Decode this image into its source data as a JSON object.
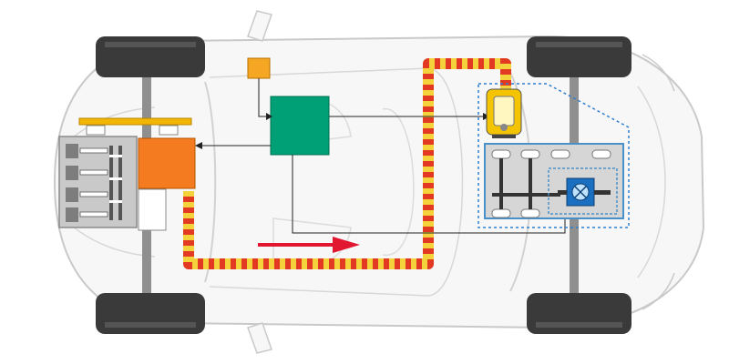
{
  "diagram": {
    "caption": "",
    "colors": {
      "body_outline": "#c9c9c9",
      "body_fill": "#f7f7f7",
      "tire": "#3a3a3a",
      "axle": "#8f8f8f",
      "engine_block": "#c9c9c9",
      "engine_parts": "#7d7d7d",
      "yellow_bar": "#f2b705",
      "orange_unit": "#f47b20",
      "green_unit": "#00a077",
      "small_square": "#f5a623",
      "tank_fill": "#f5c400",
      "rear_module": "#d6d6d6",
      "rear_module_border": "#4a90c8",
      "dotted_border": "#2f7fd0",
      "rear_motor": "#1a6fc0",
      "cable_red": "#e23a22",
      "cable_yellow": "#f4d23c",
      "arrow": "#e0172e",
      "wire": "#222222"
    },
    "components": [
      {
        "id": "front-engine",
        "label": ""
      },
      {
        "id": "orange-controller",
        "label": ""
      },
      {
        "id": "white-box",
        "label": ""
      },
      {
        "id": "green-control-unit",
        "label": ""
      },
      {
        "id": "small-orange-sensor",
        "label": ""
      },
      {
        "id": "yellow-tank",
        "label": ""
      },
      {
        "id": "rear-drive-module",
        "label": ""
      },
      {
        "id": "rear-electric-motor",
        "label": ""
      },
      {
        "id": "power-cable",
        "label": ""
      },
      {
        "id": "flow-arrow",
        "label": ""
      }
    ]
  }
}
